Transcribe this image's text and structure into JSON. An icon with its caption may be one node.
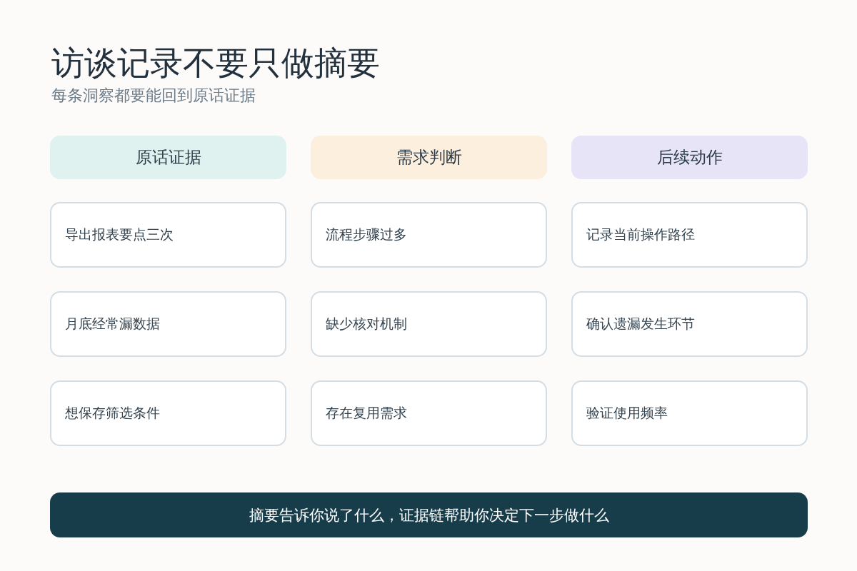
{
  "diagram": {
    "title": "访谈记录不要只做摘要",
    "nodes": [
      {
        "text": [
          "原话证据"
        ]
      },
      {
        "text": [
          "需求判断"
        ]
      },
      {
        "text": [
          "后续动作"
        ]
      },
      {
        "text": [
          "导出报表要点三次"
        ]
      },
      {
        "text": [
          "流程步骤过多"
        ]
      },
      {
        "text": [
          "记录当前操作路径"
        ]
      },
      {
        "text": [
          "月底经常漏数据"
        ]
      },
      {
        "text": [
          "缺少核对机制"
        ]
      },
      {
        "text": [
          "确认遗漏发生环节"
        ]
      },
      {
        "text": [
          "想保存筛选条件"
        ]
      },
      {
        "text": [
          "存在复用需求"
        ]
      },
      {
        "text": [
          "验证使用频率"
        ]
      },
      {
        "text": [
          "摘要告诉你说了什么，证据链帮助你决定下一步做什么"
        ]
      }
    ],
    "labels": [
      "每条洞察都要能回到原话证据"
    ]
  }
}
